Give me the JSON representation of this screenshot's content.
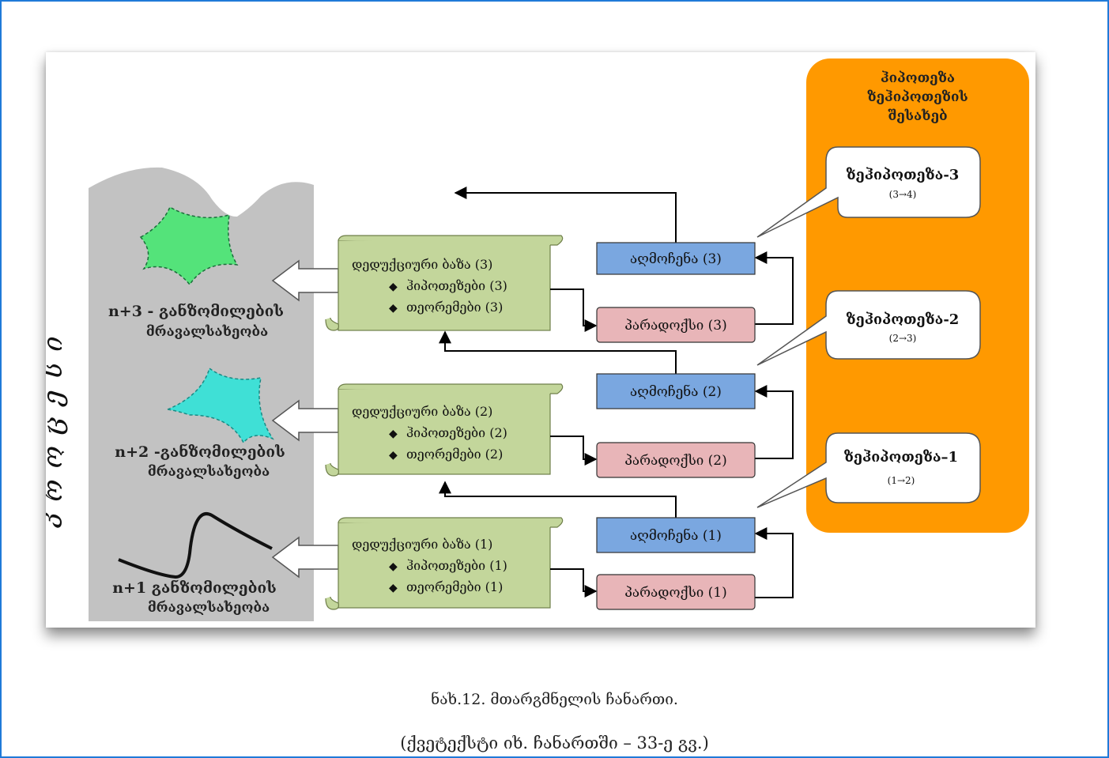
{
  "hypothesis_panel": {
    "title_line1": "ჰიპოთეზა",
    "title_line2": "ზეჰიპოთეზის",
    "title_line3": "შესახებ",
    "callouts": [
      {
        "label": "ზეჰიპოთეზა-3",
        "sub": "(3→4)"
      },
      {
        "label": "ზეჰიპოთეზა-2",
        "sub": "(2→3)"
      },
      {
        "label": "ზეჰიპოთეზა–1",
        "sub": "(1→2)"
      }
    ]
  },
  "sidebar_label": "პროცესი",
  "manifolds": [
    {
      "line1": "n+3 - განზომილების",
      "line2": "მრავალსახეობა"
    },
    {
      "line1": "n+2 -განზომილების",
      "line2": "მრავალსახეობა"
    },
    {
      "line1": "n+1 განზომილების",
      "line2": "მრავალსახეობა"
    }
  ],
  "scrolls": [
    {
      "title": "დედუქციური ბაზა (3)",
      "item1": "ჰიპოთეზები (3)",
      "item2": "თეორემები   (3)"
    },
    {
      "title": "დედუქციური ბაზა (2)",
      "item1": "ჰიპოთეზები (2)",
      "item2": "თეორემები   (2)"
    },
    {
      "title": "დედუქციური ბაზა (1)",
      "item1": "ჰიპოთეზები (1)",
      "item2": "თეორემები   (1)"
    }
  ],
  "blue_boxes": [
    "აღმოჩენა (3)",
    "აღმოჩენა (2)",
    "აღმოჩენა (1)"
  ],
  "pink_boxes": [
    "პარადოქსი (3)",
    "პარადოქსი (2)",
    "პარადოქსი (1)"
  ],
  "colors": {
    "frame_border": "#1f7ad8",
    "orange": "#ff9900",
    "gray_area": "#c2c2c2",
    "scroll_fill": "#c3d69b",
    "blue_box": "#7aa7e0",
    "pink_box": "#e8b5b8",
    "green_shape": "#54e37a",
    "cyan_shape": "#3fe0d6"
  },
  "caption": {
    "line1": "ნახ.12. მთარგმნელის ჩანართი.",
    "line2": "(ქვეტექსტი იხ. ჩანართში – 33-ე გვ.)"
  }
}
